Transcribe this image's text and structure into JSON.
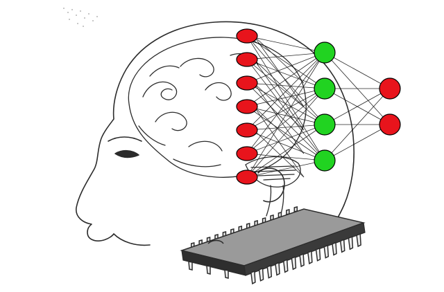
{
  "diagram": {
    "layers": [
      {
        "name": "input",
        "count": 7,
        "color": "#e8141c"
      },
      {
        "name": "hidden",
        "count": 4,
        "color": "#21d321"
      },
      {
        "name": "output",
        "count": 2,
        "color": "#e8141c"
      }
    ],
    "fully_connected": true
  },
  "colors": {
    "background": "#ffffff",
    "line_art": "#2b2b2b",
    "node_stroke": "#000000",
    "chip_body": "#3a3a3a",
    "chip_top": "#9a9a9a"
  },
  "icons": {
    "head": "human-head-profile",
    "brain": "brain-icon",
    "chip": "integrated-circuit-chip"
  }
}
